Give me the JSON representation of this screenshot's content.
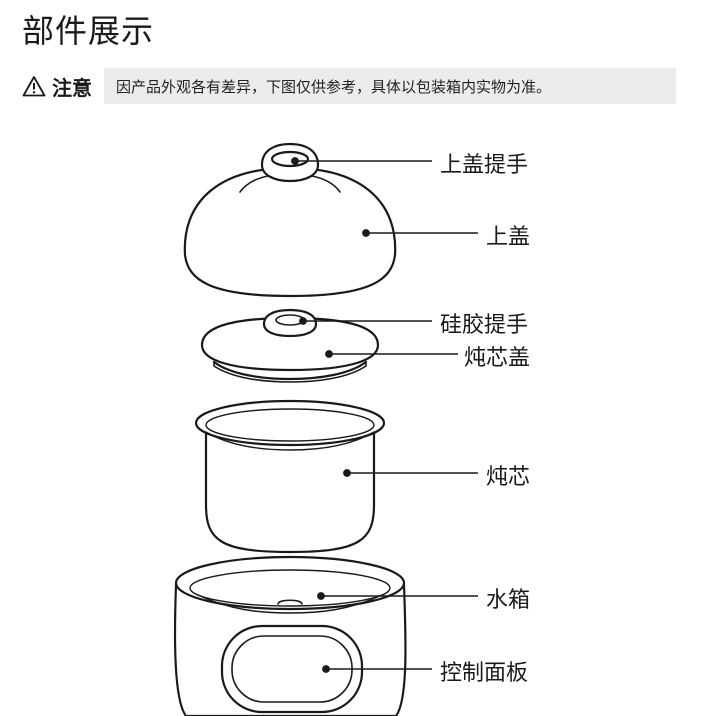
{
  "heading": "部件展示",
  "notice": {
    "label": "注意",
    "text": "因产品外观各有差异，下图仅供参考，具体以包装箱内实物为准。"
  },
  "parts": [
    "上盖提手",
    "上盖",
    "硅胶提手",
    "炖芯盖",
    "炖芯",
    "水箱",
    "控制面板"
  ]
}
